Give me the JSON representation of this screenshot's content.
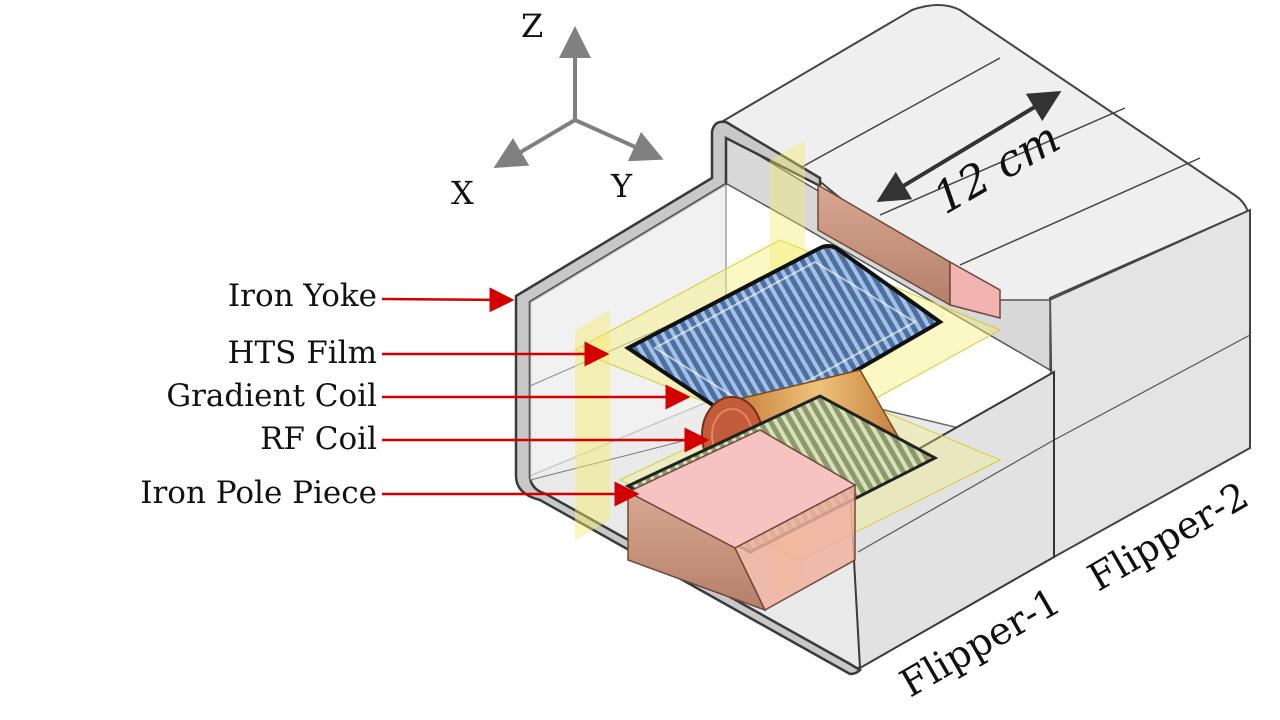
{
  "axes": {
    "z": "Z",
    "x": "X",
    "y": "Y"
  },
  "labels": {
    "iron_yoke": "Iron Yoke",
    "hts_film": "HTS Film",
    "gradient_coil": "Gradient Coil",
    "rf_coil": "RF Coil",
    "iron_pole_piece": "Iron Pole Piece"
  },
  "dimension": "12 cm",
  "flippers": {
    "flipper_1": "Flipper-1",
    "flipper_2": "Flipper-2"
  },
  "colors": {
    "arrow": "#d40000",
    "axis": "#808080",
    "yoke_fill": "#e6e6e6",
    "yoke_edge": "#444444",
    "hts_film": "#f3ee9a",
    "gradient_coil": "#6f8db8",
    "rf_coil": "#d9a45a",
    "pole_piece": "#c9977f",
    "pole_highlight": "#f6b8b8"
  },
  "icons": {
    "axis_triad": "coordinate-axes-icon",
    "dimension_arrow": "double-headed-arrow-icon"
  }
}
